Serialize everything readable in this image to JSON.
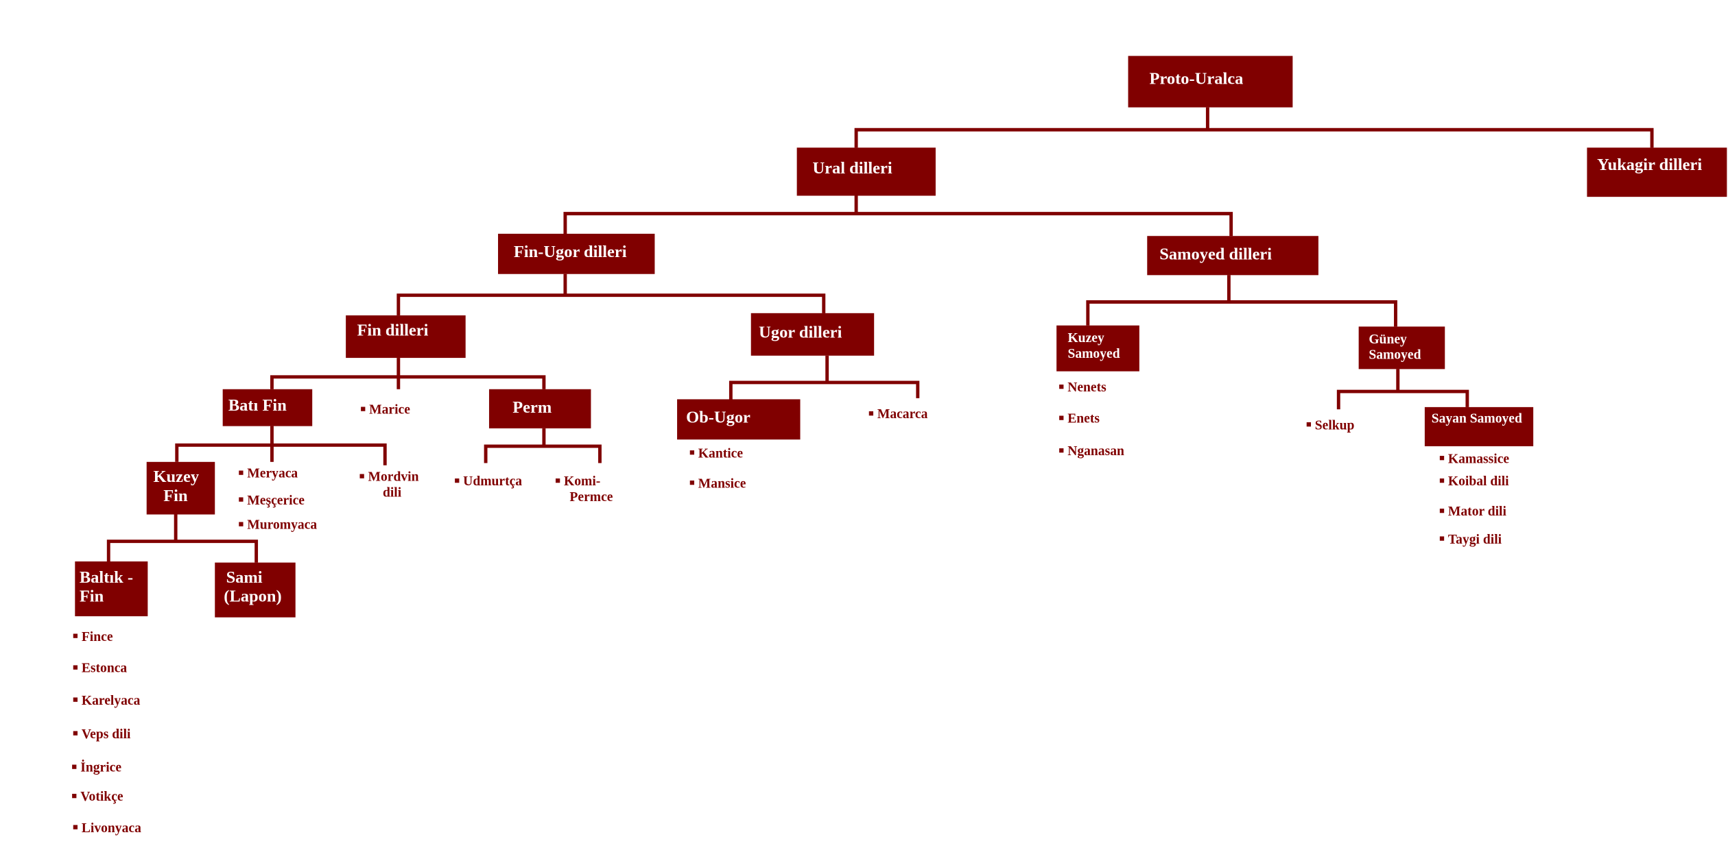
{
  "colors": {
    "node_fill": "#800000",
    "node_text": "#ffffff",
    "leaf_text": "#800000",
    "connector": "#800000"
  },
  "bullet": "■",
  "nodes": {
    "proto": "Proto-Uralca",
    "ural": "Ural dilleri",
    "yukagir": "Yukagir dilleri",
    "finugor": "Fin-Ugor dilleri",
    "samoyed": "Samoyed dilleri",
    "fin": "Fin dilleri",
    "ugor": "Ugor dilleri",
    "kuzeysam_1": "Kuzey",
    "kuzeysam_2": "Samoyed",
    "guneysam_1": "Güney",
    "guneysam_2": "Samoyed",
    "batifin": "Batı Fin",
    "perm": "Perm",
    "obugor": "Ob-Ugor",
    "sayan": "Sayan Samoyed",
    "kuzeyfin_1": "Kuzey",
    "kuzeyfin_2": "Fin",
    "baltik_1": "Baltık -",
    "baltik_2": "Fin",
    "sami_1": "Sami",
    "sami_2": "(Lapon)"
  },
  "leaves": {
    "marice": "Marice",
    "macarca": "Macarca",
    "meryaca": "Meryaca",
    "mescerice": "Meşçerice",
    "muromyaca": "Muromyaca",
    "mordvin_1": "Mordvin",
    "mordvin_2": "dili",
    "udmurtca": "Udmurtça",
    "komi_1": "Komi-",
    "komi_2": "Permce",
    "kantice": "Kantice",
    "mansice": "Mansice",
    "nenets": "Nenets",
    "enets": "Enets",
    "nganasan": "Nganasan",
    "selkup": "Selkup",
    "kamassice": "Kamassice",
    "koibal": "Koibal dili",
    "mator": "Mator dili",
    "taygi": "Taygi dili",
    "fince": "Fince",
    "estonca": "Estonca",
    "karelyaca": "Karelyaca",
    "veps": "Veps dili",
    "ingrice": "İngrice",
    "votikce": "Votikçe",
    "livonyaca": "Livonyaca"
  }
}
